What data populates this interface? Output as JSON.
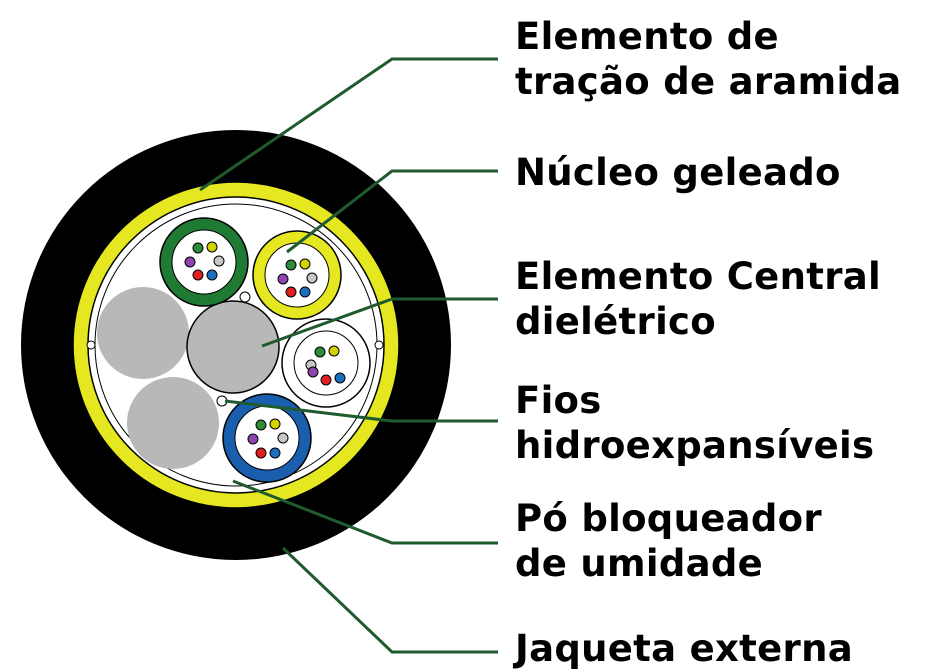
{
  "colors": {
    "jacket": "#000000",
    "aramid_ring": "#e5e820",
    "core_background": "#ffffff",
    "filler_gray": "#b8b8b8",
    "leader_line": "#1f5b2e",
    "tube_green": "#1f7a34",
    "tube_yellow": "#e5e820",
    "tube_white": "#ffffff",
    "tube_blue": "#1a5fae",
    "fiber_colors": [
      "#2e8b3a",
      "#d4d200",
      "#8e44ad",
      "#c7c7c7",
      "#e02020",
      "#1a6fc0"
    ]
  },
  "labels": {
    "aramid": {
      "line1": "Elemento de",
      "line2": "tração de aramida"
    },
    "gel_core": {
      "line1": "Núcleo geleado"
    },
    "central_member": {
      "line1": "Elemento Central",
      "line2": "dielétrico"
    },
    "swell_yarns": {
      "line1": "Fios",
      "line2": "hidroexpansíveis"
    },
    "water_block_powder": {
      "line1": "Pó bloqueador",
      "line2": "de umidade"
    },
    "outer_jacket": {
      "line1": "Jaqueta externa"
    }
  }
}
